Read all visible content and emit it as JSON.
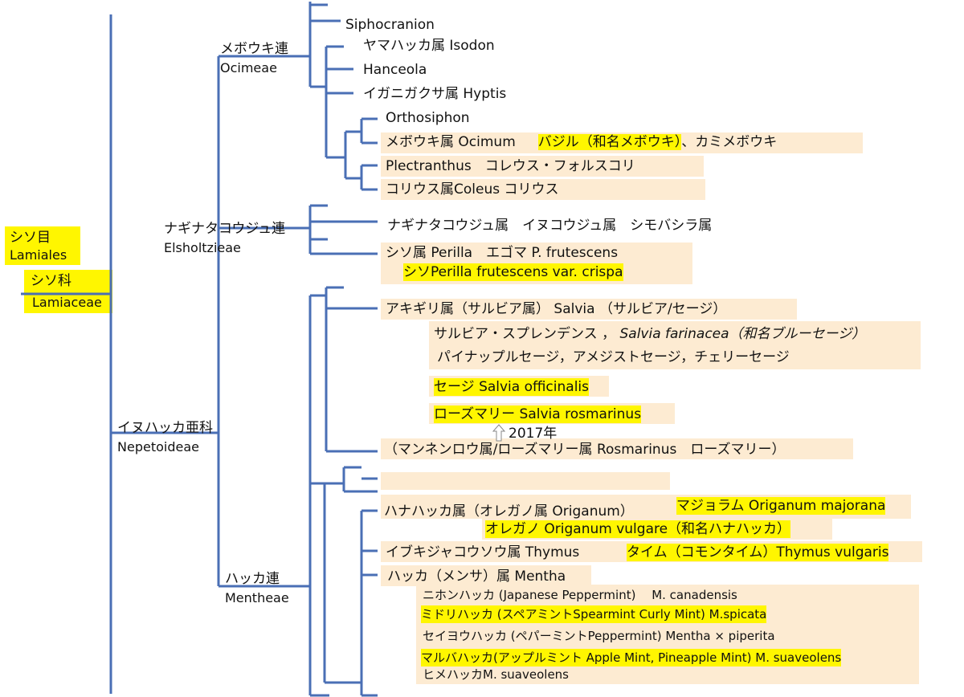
{
  "colors": {
    "line": "#4a6fb5",
    "box": "#fdebd2",
    "highlight": "#fff600"
  },
  "order": {
    "jp": "シソ目",
    "en": "Lamiales"
  },
  "family": {
    "jp": "シソ科",
    "en": "Lamiaceae"
  },
  "subfamily": {
    "jp": "イヌハッカ亜科",
    "en": "Nepetoideae"
  },
  "tribes": {
    "ocimeae": {
      "jp": "メボウキ連",
      "en": "Ocimeae"
    },
    "elsholtzieae": {
      "jp": "ナギナタコウジュ連",
      "en": "Elsholtzieae"
    },
    "mentheae": {
      "jp": "ハッカ連",
      "en": "Mentheae"
    }
  },
  "ocimeae": {
    "siphocranion": "Siphocranion",
    "isodon": "ヤマハッカ属 Isodon",
    "hanceola": "Hanceola",
    "hyptis": "イガニガクサ属 Hyptis",
    "orthosiphon": "Orthosiphon",
    "ocimum": "メボウキ属 Ocimum",
    "basil": "バジル（和名メボウキ）",
    "kamimeboki": "、カミメボウキ",
    "plectranthus": "Plectranthus　コレウス・フォルスコリ",
    "coleus": "コリウス属Coleus コリウス"
  },
  "elsholtzieae": {
    "genera": "ナギナタコウジュ属　イヌコウジュ属　シモバシラ属",
    "perilla": "シソ属 Perilla　エゴマ P. frutescens",
    "shiso": "シソPerilla frutescens var. crispa"
  },
  "mentheae": {
    "salvia": "アキギリ属（サルビア属） Salvia （サルビア/セージ）",
    "salvia_species_1": "サルビア・スプレンデンス ，",
    "salvia_species_1_italic": "Salvia farinacea（和名ブルーセージ）",
    "salvia_species_2": "パイナップルセージ，アメジストセージ，チェリーセージ",
    "sage": "セージ Salvia officinalis",
    "rosemary": "ローズマリー Salvia rosmarinus",
    "year": "2017年",
    "rosmarinus": "（マンネンロウ属/ローズマリー属 Rosmarinus　ローズマリー）",
    "origanum": "ハナハッカ属（オレガノ属 Origanum）",
    "marjoram": "マジョラム Origanum majorana",
    "oregano": "オレガノ Origanum vulgare（和名ハナハッカ）",
    "thymus": "イブキジャコウソウ属 Thymus",
    "thyme": "タイム（コモンタイム）Thymus vulgaris",
    "mentha": "ハッカ（メンサ）属 Mentha",
    "nihonhakka": "ニホンハッカ (Japanese Peppermint)　 M. canadensis",
    "spearmint": "ミドリハッカ (スペアミントSpearmint  Curly Mint)  M.spicata",
    "peppermint": "セイヨウハッカ (ペパーミントPeppermint) Mentha × piperita",
    "applemint": "マルバハッカ(アップルミント Apple Mint, Pineapple Mint) M. suaveolens",
    "himehakka": "ヒメハッカM. suaveolens"
  }
}
